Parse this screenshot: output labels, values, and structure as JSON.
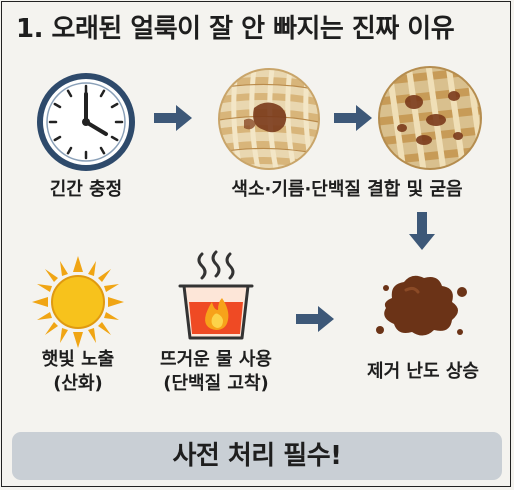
{
  "title": "1. 오래된 얼룩이 잘 안 빠지는 진짜 이유",
  "steps": {
    "time": {
      "label": "긴간 충정",
      "icon": "clock-icon"
    },
    "bond": {
      "label": "색소·기름·단백질 결합 및 굳음",
      "icon": "fabric-stain-icon"
    },
    "sun": {
      "label_line1": "햇빛 노출",
      "label_line2": "(산화)",
      "icon": "sun-icon"
    },
    "heat": {
      "label_line1": "뜨거운 물 사용",
      "label_line2": "(단백질 고착)",
      "icon": "hot-water-icon"
    },
    "result": {
      "label": "제거 난도 상승",
      "icon": "stain-splat-icon"
    }
  },
  "banner": "사전 처리 필수!",
  "colors": {
    "arrow": "#3d5878",
    "banner_bg": "#c9cfd5",
    "stain": "#6b3317",
    "sun": "#f2b516",
    "flame": "#e8411c"
  }
}
